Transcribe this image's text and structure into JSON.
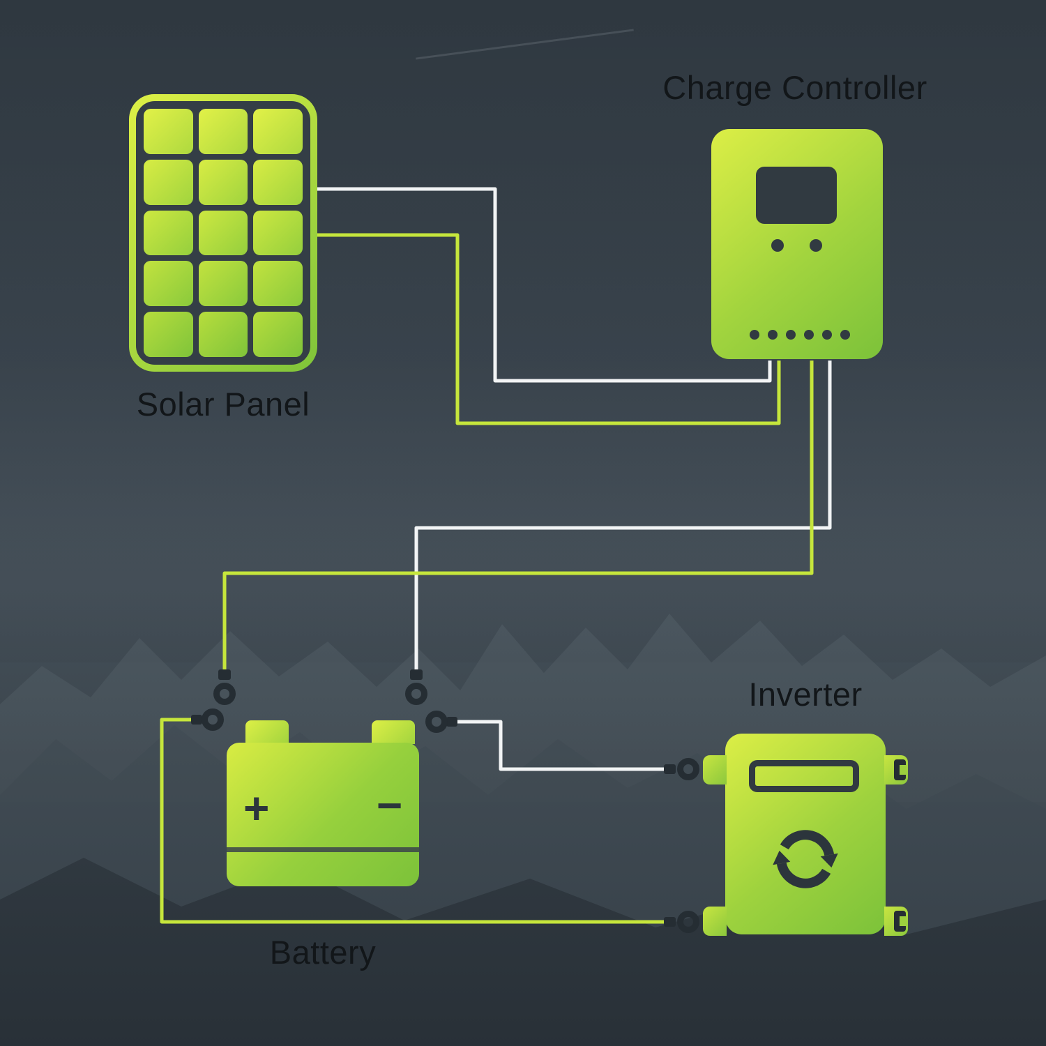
{
  "palette": {
    "background_top": "#353f47",
    "background_bottom": "#2f3840",
    "accent_green_light": "#dcee46",
    "accent_green_dark": "#7cc23a",
    "wire_white": "#f2f4f5",
    "wire_green": "#c6e63c",
    "detail_dark": "#313a41",
    "connector_dark": "#252d33",
    "label_text": "#121619"
  },
  "components": {
    "solar_panel": {
      "label": "Solar Panel",
      "cell_rows": 5,
      "cell_cols": 3
    },
    "charge_controller": {
      "label": "Charge Controller",
      "indicator_dots": 2,
      "port_dots": 6
    },
    "battery": {
      "label": "Battery",
      "positive_symbol": "+",
      "negative_symbol": "−"
    },
    "inverter": {
      "label": "Inverter",
      "icon": "cycle-arrows-icon"
    }
  },
  "connections": [
    {
      "from": "solar-panel",
      "to": "charge-controller",
      "wire_color": "white"
    },
    {
      "from": "solar-panel",
      "to": "charge-controller",
      "wire_color": "green"
    },
    {
      "from": "charge-controller",
      "to": "battery-negative-terminal",
      "wire_color": "white"
    },
    {
      "from": "charge-controller",
      "to": "battery-positive-terminal",
      "wire_color": "green"
    },
    {
      "from": "battery-negative-side",
      "to": "inverter-upper-lug",
      "wire_color": "white"
    },
    {
      "from": "battery-positive-side",
      "to": "inverter-lower-lug",
      "wire_color": "green"
    }
  ]
}
